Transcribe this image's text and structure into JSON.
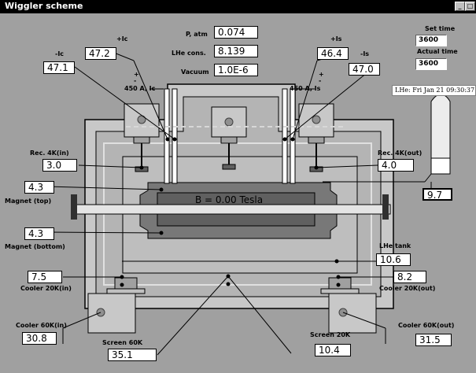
{
  "window": {
    "title": "Wiggler scheme"
  },
  "center": {
    "pressure_label": "P, atm",
    "pressure_value": "0.074",
    "lhe_cons_label": "LHe cons.",
    "lhe_cons_value": "8.139",
    "vacuum_label": "Vacuum",
    "vacuum_value": "1.0E-6",
    "field_text": "B = 0.00 Tesla"
  },
  "time": {
    "set_label": "Set time",
    "set_value": "3600",
    "actual_label": "Actual time",
    "actual_value": "3600"
  },
  "lhe_tooltip": "LHe: Fri Jan 21 09:30:37",
  "lhe_level": "9.7",
  "currents": {
    "plus_ic_label": "+Ic",
    "plus_ic_value": "47.2",
    "minus_ic_label": "-Ic",
    "minus_ic_value": "47.1",
    "plus_is_label": "+Is",
    "plus_is_value": "46.4",
    "minus_is_label": "-Is",
    "minus_is_value": "47.0",
    "supply_left": "450 A, Ic",
    "supply_right": "450 A, Is",
    "plus_sign": "+",
    "minus_sign": "-"
  },
  "sensors": {
    "rec_in_label": "Rec. 4K(in)",
    "rec_in_value": "3.0",
    "rec_out_label": "Rec. 4K(out)",
    "rec_out_value": "4.0",
    "magnet_top_label": "Magnet (top)",
    "magnet_top_value": "4.3",
    "magnet_bottom_label": "Magnet (bottom)",
    "magnet_bottom_value": "4.3",
    "lhe_tank_label": "LHe tank",
    "lhe_tank_value": "10.6",
    "cooler20_in_label": "Cooler 20K(in)",
    "cooler20_in_value": "7.5",
    "cooler20_out_label": "Cooler 20K(out)",
    "cooler20_out_value": "8.2",
    "cooler60_in_label": "Cooler 60K(in)",
    "cooler60_in_value": "30.8",
    "cooler60_out_label": "Cooler 60K(out)",
    "cooler60_out_value": "31.5",
    "screen60_label": "Screen 60K",
    "screen60_value": "35.1",
    "screen20_label": "Screen 20K",
    "screen20_value": "10.4"
  }
}
